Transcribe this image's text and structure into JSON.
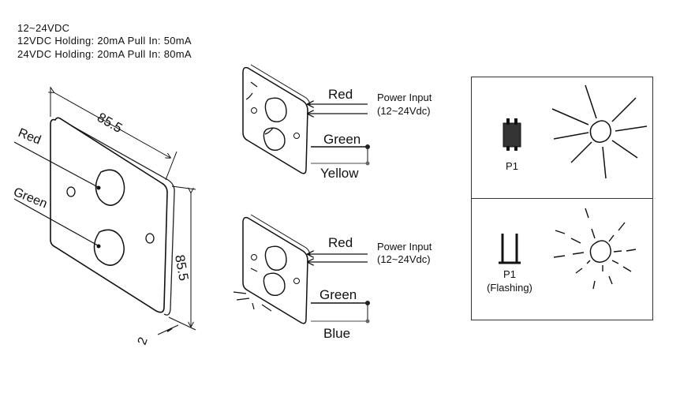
{
  "specs": {
    "voltage": "12~24VDC",
    "line12": "12VDC  Holding: 20mA  Pull In: 50mA",
    "line24": "24VDC  Holding: 20mA  Pull In: 80mA"
  },
  "front_view": {
    "width_dim": "85.5",
    "height_dim": "85.5",
    "depth_dim": "2",
    "label_red": "Red",
    "label_green": "Green"
  },
  "wiring_top": {
    "wire_red": "Red",
    "power_input": "Power Input",
    "power_range": "(12~24Vdc)",
    "wire_green": "Green",
    "wire_yellow": "Yellow"
  },
  "wiring_bottom": {
    "wire_red": "Red",
    "power_input": "Power Input",
    "power_range": "(12~24Vdc)",
    "wire_green": "Green",
    "wire_blue": "Blue"
  },
  "jumper_steady": {
    "label": "P1"
  },
  "jumper_flashing": {
    "label": "P1",
    "mode": "(Flashing)"
  }
}
